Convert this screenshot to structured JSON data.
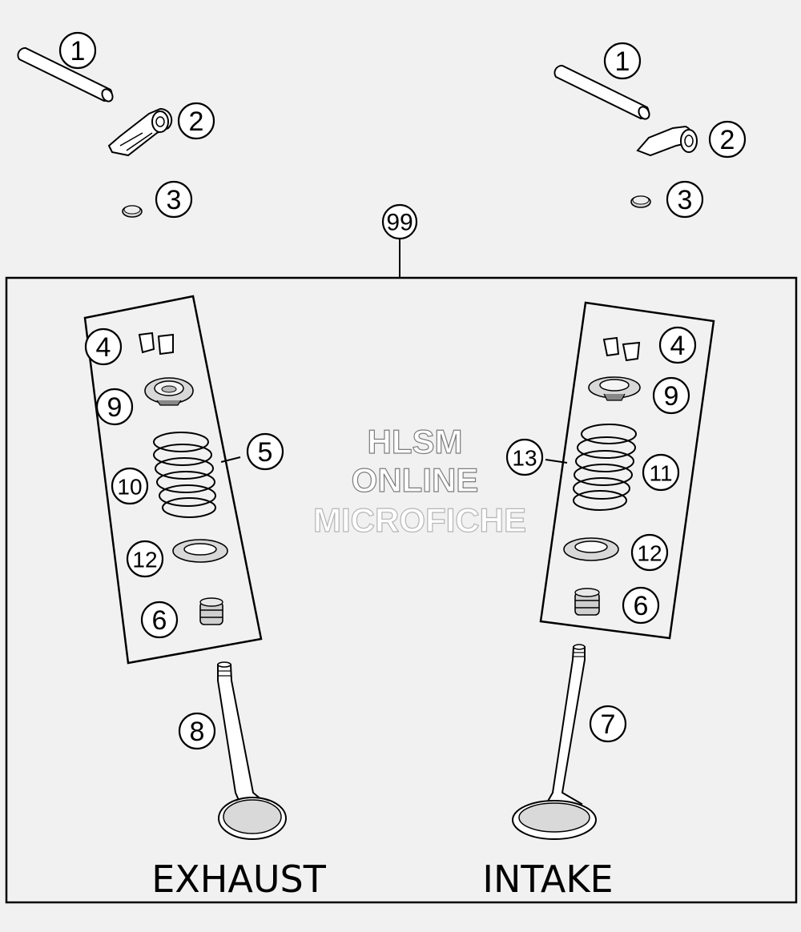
{
  "diagram": {
    "assembly_callout": "99",
    "exhaust_label": "EXHAUST",
    "intake_label": "INTAKE",
    "watermark": {
      "line1": "HLSM",
      "line2": "ONLINE",
      "line3": "MICROFICHE"
    },
    "exhaust_callouts": {
      "rocker_shaft": "1",
      "rocker_arm": "2",
      "shim": "3",
      "valve_keeper": "4",
      "valve_spring_set": "5",
      "valve_stem_seal": "6",
      "exhaust_valve": "8",
      "spring_retainer": "9",
      "valve_spring": "10",
      "spring_seat": "12"
    },
    "intake_callouts": {
      "rocker_shaft": "1",
      "rocker_arm": "2",
      "shim": "3",
      "valve_keeper": "4",
      "intake_valve": "7",
      "spring_retainer": "9",
      "valve_spring": "11",
      "spring_seat": "12",
      "valve_spring_set": "13",
      "valve_stem_seal": "6"
    }
  }
}
